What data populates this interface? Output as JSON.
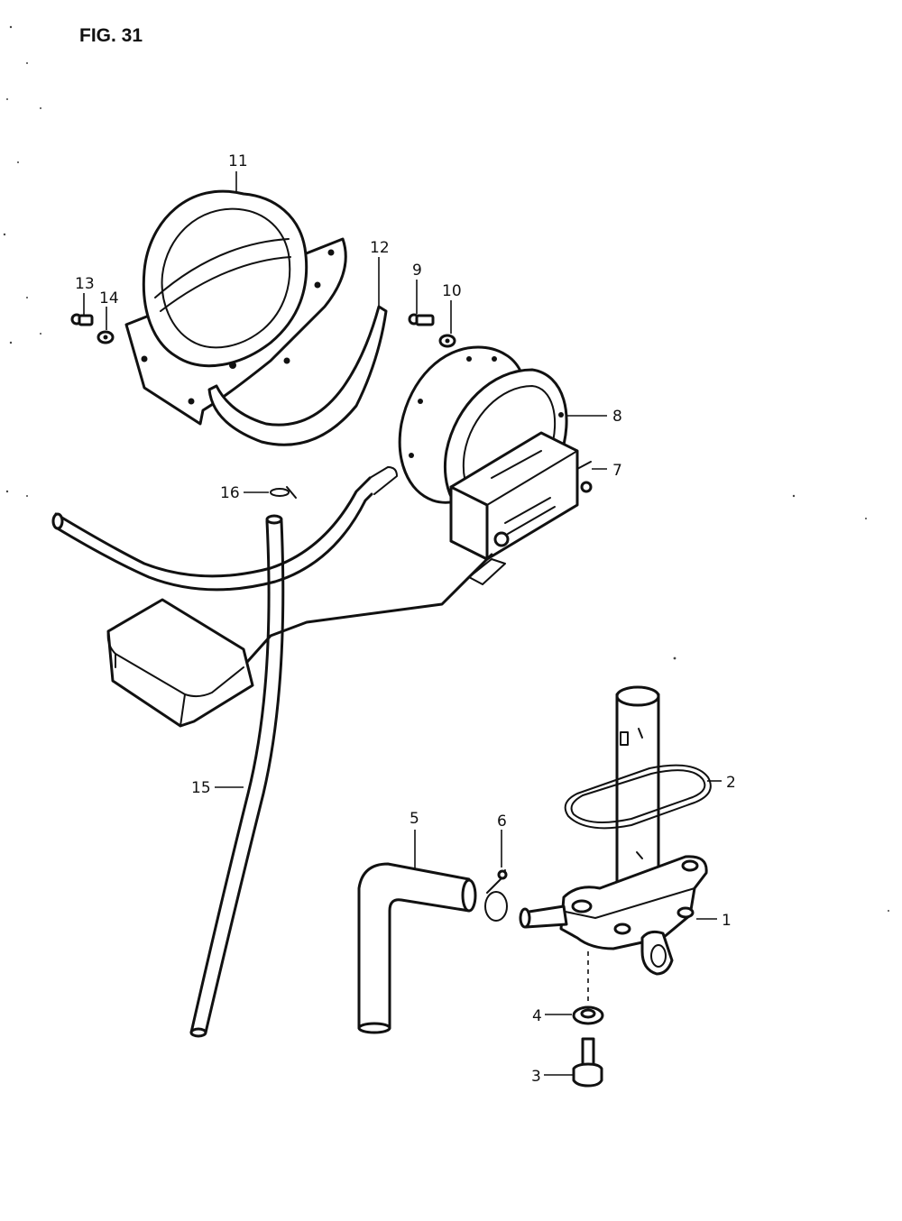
{
  "figure": {
    "title": "FIG. 31"
  },
  "callouts": [
    {
      "id": "c1",
      "text": "1"
    },
    {
      "id": "c2",
      "text": "2"
    },
    {
      "id": "c3",
      "text": "3"
    },
    {
      "id": "c4",
      "text": "4"
    },
    {
      "id": "c5",
      "text": "5"
    },
    {
      "id": "c6",
      "text": "6"
    },
    {
      "id": "c7",
      "text": "7"
    },
    {
      "id": "c8",
      "text": "8"
    },
    {
      "id": "c9",
      "text": "9"
    },
    {
      "id": "c10",
      "text": "10"
    },
    {
      "id": "c11",
      "text": "11"
    },
    {
      "id": "c12",
      "text": "12"
    },
    {
      "id": "c13",
      "text": "13"
    },
    {
      "id": "c14",
      "text": "14"
    },
    {
      "id": "c15",
      "text": "15"
    },
    {
      "id": "c16",
      "text": "16"
    }
  ]
}
